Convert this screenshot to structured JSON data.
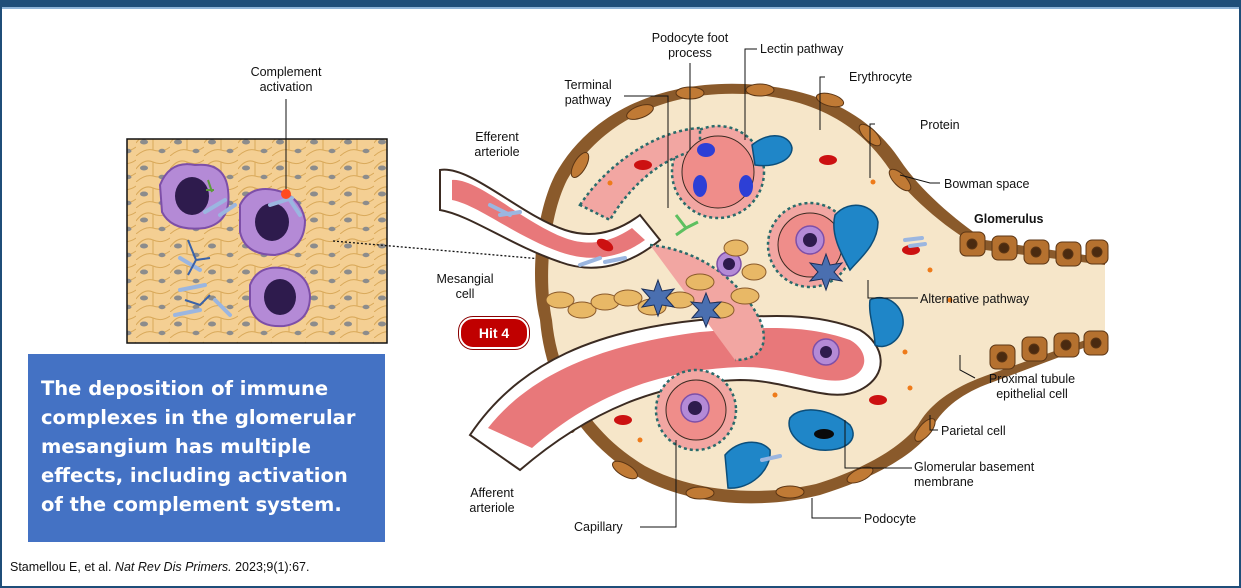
{
  "labels": {
    "complement_activation": "Complement\nactivation",
    "podocyte_foot_process": "Podocyte foot\nprocess",
    "lectin_pathway": "Lectin pathway",
    "terminal_pathway": "Terminal\npathway",
    "erythrocyte": "Erythrocyte",
    "protein": "Protein",
    "efferent_arteriole": "Efferent\narteriole",
    "bowman_space": "Bowman space",
    "glomerulus": "Glomerulus",
    "mesangial_cell": "Mesangial\ncell",
    "alternative_pathway": "Alternative pathway",
    "proximal_tubule": "Proximal tubule\nepithelial cell",
    "parietal_cell": "Parietal cell",
    "gbm": "Glomerular basement\nmembrane",
    "afferent_arteriole": "Afferent\narteriole",
    "capillary": "Capillary",
    "podocyte": "Podocyte"
  },
  "badge": {
    "label": "Hit 4",
    "color": "#c00000"
  },
  "callout": {
    "text": "The deposition of immune\ncomplexes in the glomerular\nmesangium has multiple\neffects, including activation\nof the complement system.",
    "color": "#4472c4"
  },
  "citation": {
    "prefix": "Stamellou E, et al. ",
    "journal": "Nat Rev Dis Primers.",
    "suffix": " 2023;9(1):67."
  },
  "colors": {
    "header": "#1f4e79",
    "vessel": "#e8787a",
    "capsule": "#8a5a2b",
    "podocyte": "#1f86c8",
    "mesangial": "#e8b866",
    "star": "#4a6fb0"
  }
}
